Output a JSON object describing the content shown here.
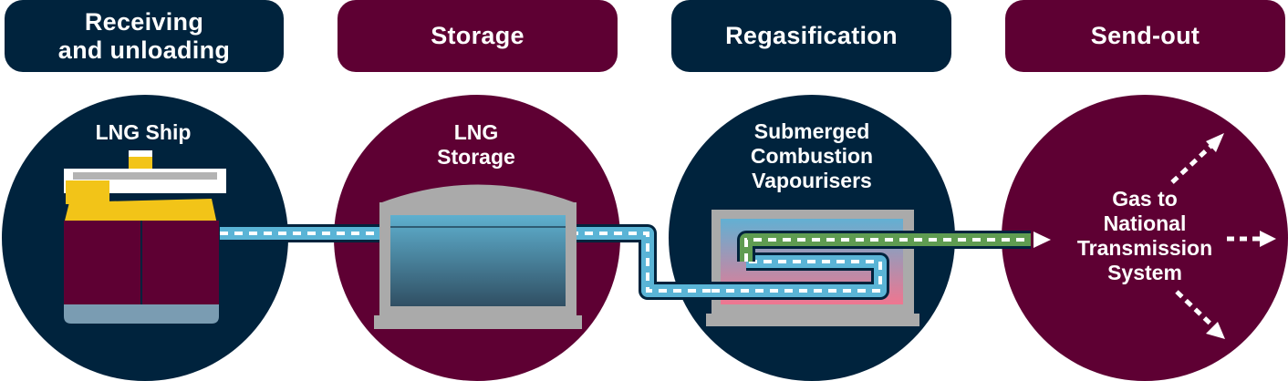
{
  "stages": [
    {
      "title": "Receiving and unloading",
      "title_lines": [
        "Receiving",
        "and unloading"
      ],
      "color": "#00233d"
    },
    {
      "title": "Storage",
      "color": "#5e0033"
    },
    {
      "title": "Regasification",
      "color": "#00233d"
    },
    {
      "title": "Send-out",
      "color": "#5e0033"
    }
  ],
  "nodes": {
    "ship": {
      "lines": [
        "LNG Ship"
      ]
    },
    "storage": {
      "lines": [
        "LNG",
        "Storage"
      ]
    },
    "vaporiser": {
      "lines": [
        "Submerged",
        "Combustion",
        "Vapourisers"
      ]
    },
    "sendout": {
      "lines": [
        "Gas to",
        "National",
        "Transmission",
        "System"
      ]
    }
  },
  "colors": {
    "navy": "#00233d",
    "wine": "#5e0033",
    "lng_pipe": "#5ab4d6",
    "gas_pipe": "#5f9c51",
    "ship_deck": "#f2c418",
    "tank_grey": "#aaaaaa"
  },
  "icons": [
    "lng-ship-icon",
    "storage-tank-icon",
    "vaporiser-icon",
    "arrow-icon"
  ]
}
